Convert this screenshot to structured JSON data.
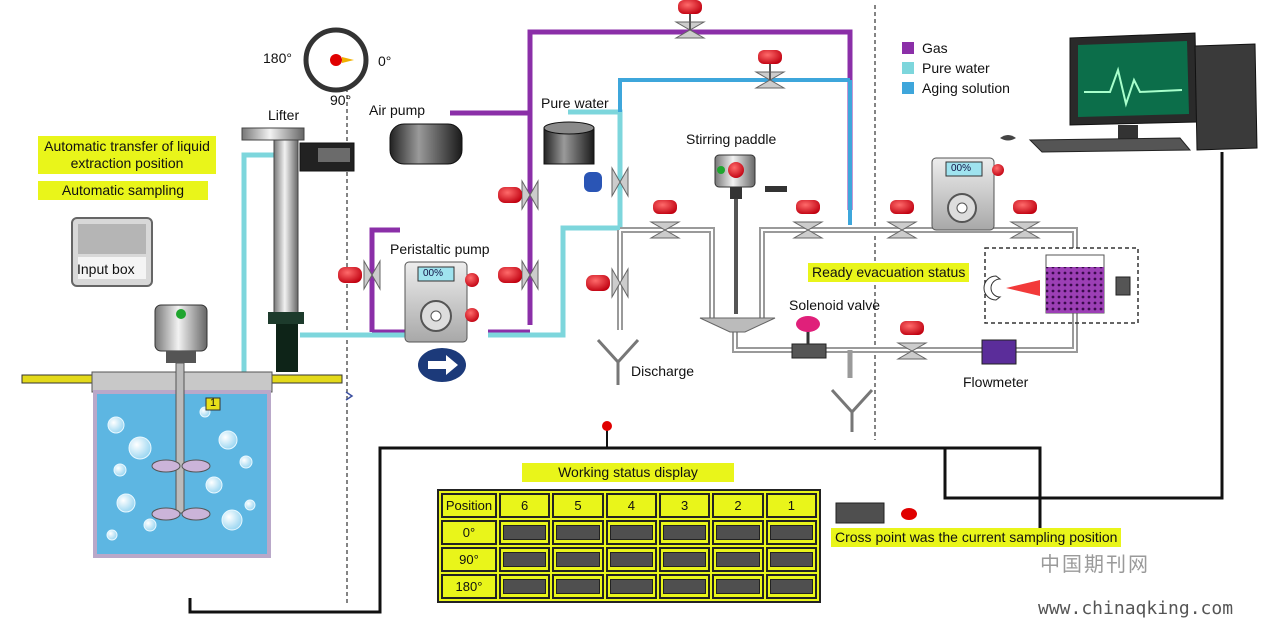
{
  "dial": {
    "angle_180": "180°",
    "angle_0": "0°",
    "angle_90": "90°"
  },
  "labels": {
    "lifter": "Lifter",
    "air_pump": "Air pump",
    "pure_water_tank": "Pure water",
    "stirring_paddle": "Stirring paddle",
    "peristaltic_pump": "Peristaltic pump",
    "discharge": "Discharge",
    "solenoid_valve": "Solenoid valve",
    "flowmeter": "Flowmeter",
    "input_box": "Input box",
    "position_marker": "1",
    "pump_display": "00%"
  },
  "callouts": {
    "auto_transfer": "Automatic transfer of liquid extraction position",
    "auto_sampling": "Automatic sampling",
    "ready_evacuation": "Ready evacuation status",
    "working_status": "Working status display",
    "cross_point": "Cross point was the current sampling position"
  },
  "legend": [
    {
      "label": "Gas",
      "color": "#8b2fa8"
    },
    {
      "label": "Pure water",
      "color": "#7dd6dc"
    },
    {
      "label": "Aging solution",
      "color": "#3ea6db"
    }
  ],
  "status_table": {
    "corner": "Position",
    "columns": [
      "6",
      "5",
      "4",
      "3",
      "2",
      "1"
    ],
    "rows": [
      "0°",
      "90°",
      "180°"
    ]
  },
  "watermark": {
    "cn": "中国期刊网",
    "url": "www.chinaqking.com"
  }
}
